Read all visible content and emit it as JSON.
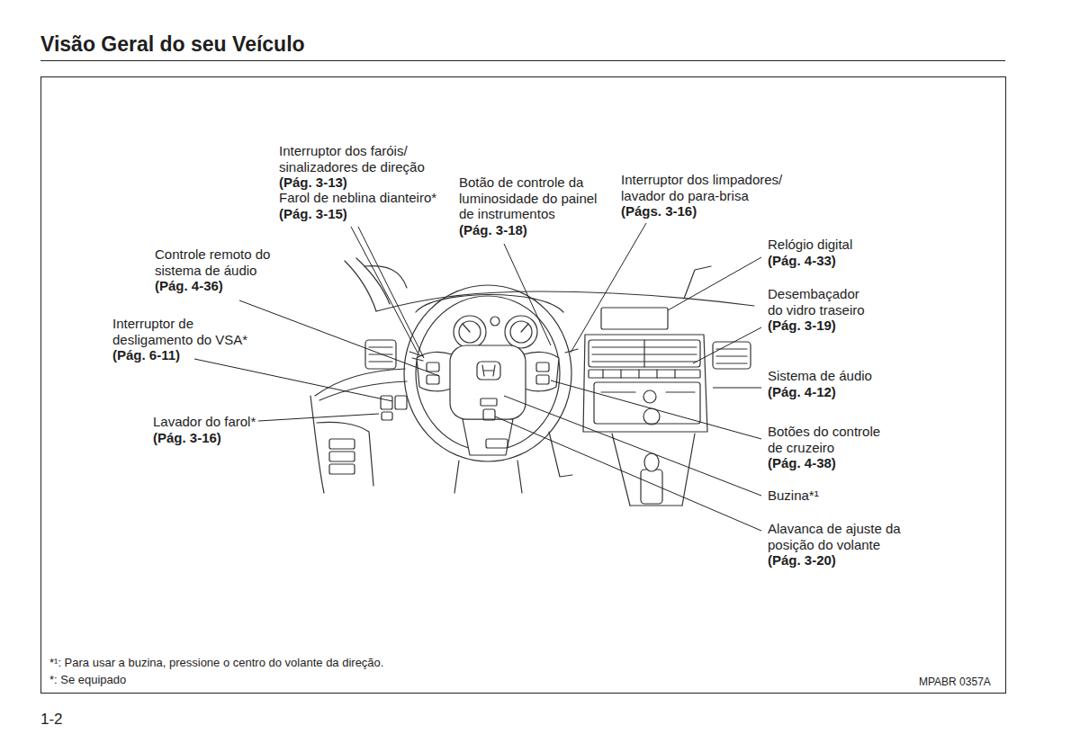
{
  "diagram": {
    "title": "Visão Geral do seu Veículo",
    "labels": [
      "Interruptor dos faróis/ sinalizadores de direção",
      "(Pág. 3-13)",
      "Farol de neblina dianteiro*",
      "(Pág. 3-15)",
      "Interruptor dos limpadores/ lavador do para-brisa",
      "(Págs. 3-16)",
      "Botão de controle da luminosidade do painel de instrumentos",
      "(Pág. 3-18)",
      "Relógio digital",
      "(Pág. 4-33)",
      "Controle remoto do sistema de áudio",
      "(Pág. 4-36)",
      "Desembaçador do vidro traseiro",
      "(Pág. 3-19)",
      "Interruptor de desligamento do VSA*",
      "(Pág. 6-11)",
      "Sistema de áudio",
      "(Pág. 4-12)",
      "Lavador do farol*",
      "(Pág. 3-16)",
      "Botões do controle de cruzeiro",
      "(Pág. 4-38)",
      "Buzina*¹",
      "Alavanca de ajuste da posição do volante",
      "(Pág. 3-20)",
      "*¹: Para usar a buzina, pressione o centro do volante da direção.",
      "*: Se equipado",
      "MPABR 0357A",
      "1-2"
    ]
  }
}
